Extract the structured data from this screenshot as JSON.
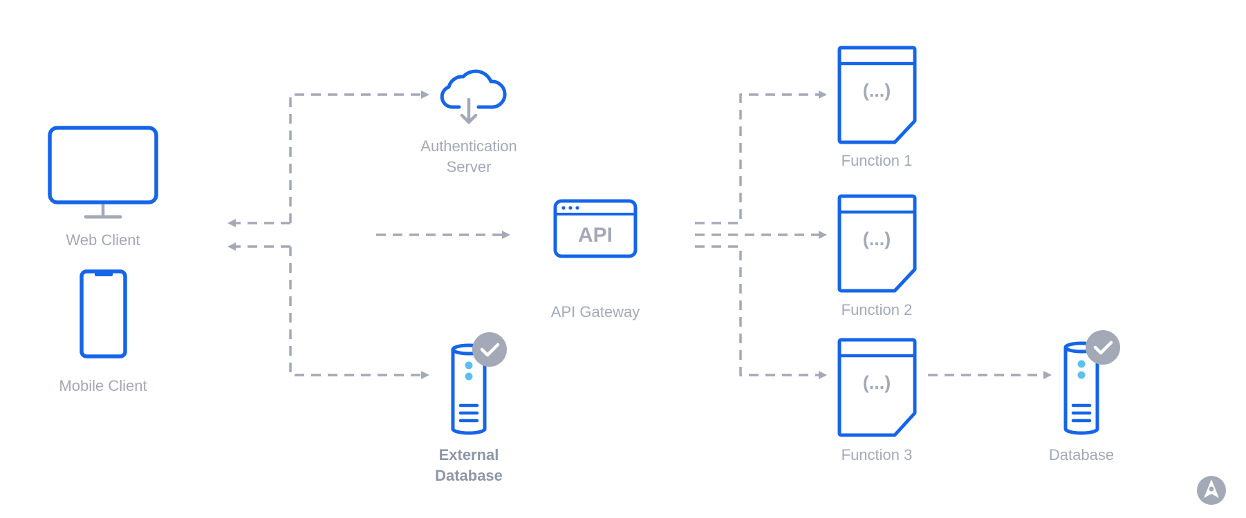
{
  "colors": {
    "primary_blue": "#1565e8",
    "connector_gray": "#a3a9b6",
    "badge_gray": "#a3a9b6",
    "indicator_cyan": "#5bc0f0",
    "background": "#ffffff"
  },
  "nodes": {
    "web_client": {
      "label": "Web Client",
      "icon": "monitor-icon"
    },
    "mobile_client": {
      "label": "Mobile Client",
      "icon": "smartphone-icon"
    },
    "auth_server": {
      "label_line1": "Authentication",
      "label_line2": "Server",
      "icon": "cloud-download-icon"
    },
    "api_gateway": {
      "label": "API Gateway",
      "icon_text": "API",
      "icon": "browser-window-icon"
    },
    "external_database": {
      "label_line1": "External",
      "label_line2": "Database",
      "icon": "database-server-icon",
      "badge": "check-badge-icon"
    },
    "function_1": {
      "label": "Function 1",
      "icon_text": "(...)",
      "icon": "function-doc-icon"
    },
    "function_2": {
      "label": "Function 2",
      "icon_text": "(...)",
      "icon": "function-doc-icon"
    },
    "function_3": {
      "label": "Function 3",
      "icon_text": "(...)",
      "icon": "function-doc-icon"
    },
    "database": {
      "label": "Database",
      "icon": "database-server-icon",
      "badge": "check-badge-icon"
    }
  },
  "edges": [
    {
      "from": "client_hub",
      "to": "auth_server",
      "style": "dashed-arrow"
    },
    {
      "from": "client_hub",
      "to": "external_database",
      "style": "dashed-arrow"
    },
    {
      "from": "client_hub",
      "to": "web_client",
      "style": "dashed-arrow"
    },
    {
      "from": "client_hub",
      "to": "api_gateway",
      "style": "dashed-arrow"
    },
    {
      "from": "api_gateway",
      "to": "function_1",
      "style": "dashed-arrow"
    },
    {
      "from": "api_gateway",
      "to": "function_2",
      "style": "dashed-arrow"
    },
    {
      "from": "api_gateway",
      "to": "function_3",
      "style": "dashed-arrow"
    },
    {
      "from": "function_3",
      "to": "database",
      "style": "dashed-arrow"
    }
  ],
  "brand_logo": {
    "icon": "brand-logo-icon"
  }
}
